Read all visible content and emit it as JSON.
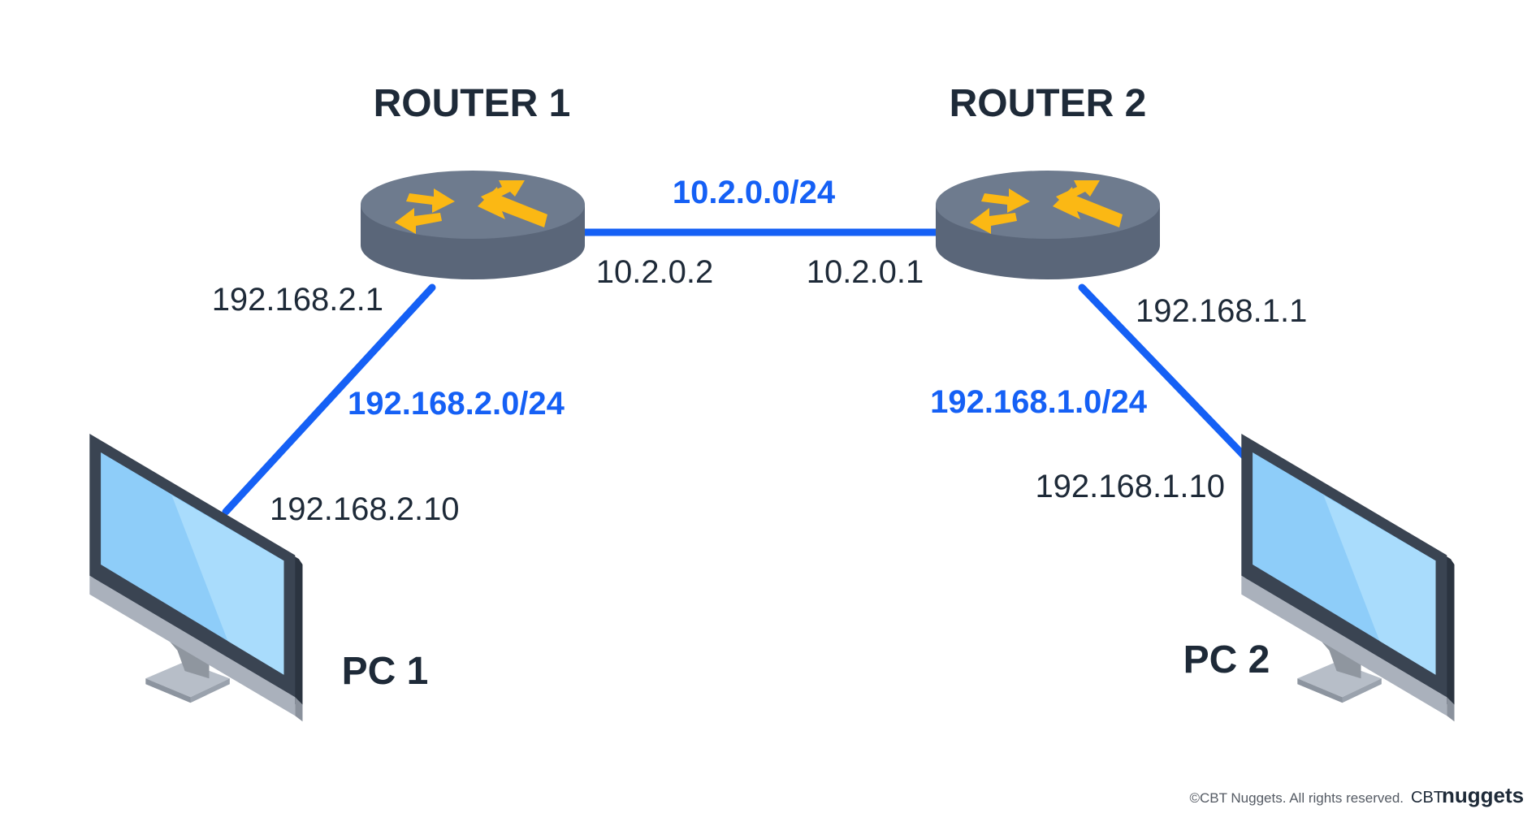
{
  "routers": [
    {
      "title": "ROUTER 1"
    },
    {
      "title": "ROUTER 2"
    }
  ],
  "pcs": [
    {
      "title": "PC 1"
    },
    {
      "title": "PC 2"
    }
  ],
  "links": [
    {
      "network": "10.2.0.0/24",
      "end_a_ip": "10.2.0.2",
      "end_b_ip": "10.2.0.1"
    },
    {
      "network": "192.168.2.0/24",
      "router_ip": "192.168.2.1",
      "pc_ip": "192.168.2.10"
    },
    {
      "network": "192.168.1.0/24",
      "router_ip": "192.168.1.1",
      "pc_ip": "192.168.1.10"
    }
  ],
  "footer": {
    "copyright": "©CBT Nuggets. All rights reserved.",
    "brand_cbt": "CBT",
    "brand_nuggets": "nuggets"
  },
  "colors": {
    "link": "#1560f5",
    "router_body": "#6e7b8e",
    "arrows": "#fbb814",
    "screen": "#8ecdf9"
  }
}
